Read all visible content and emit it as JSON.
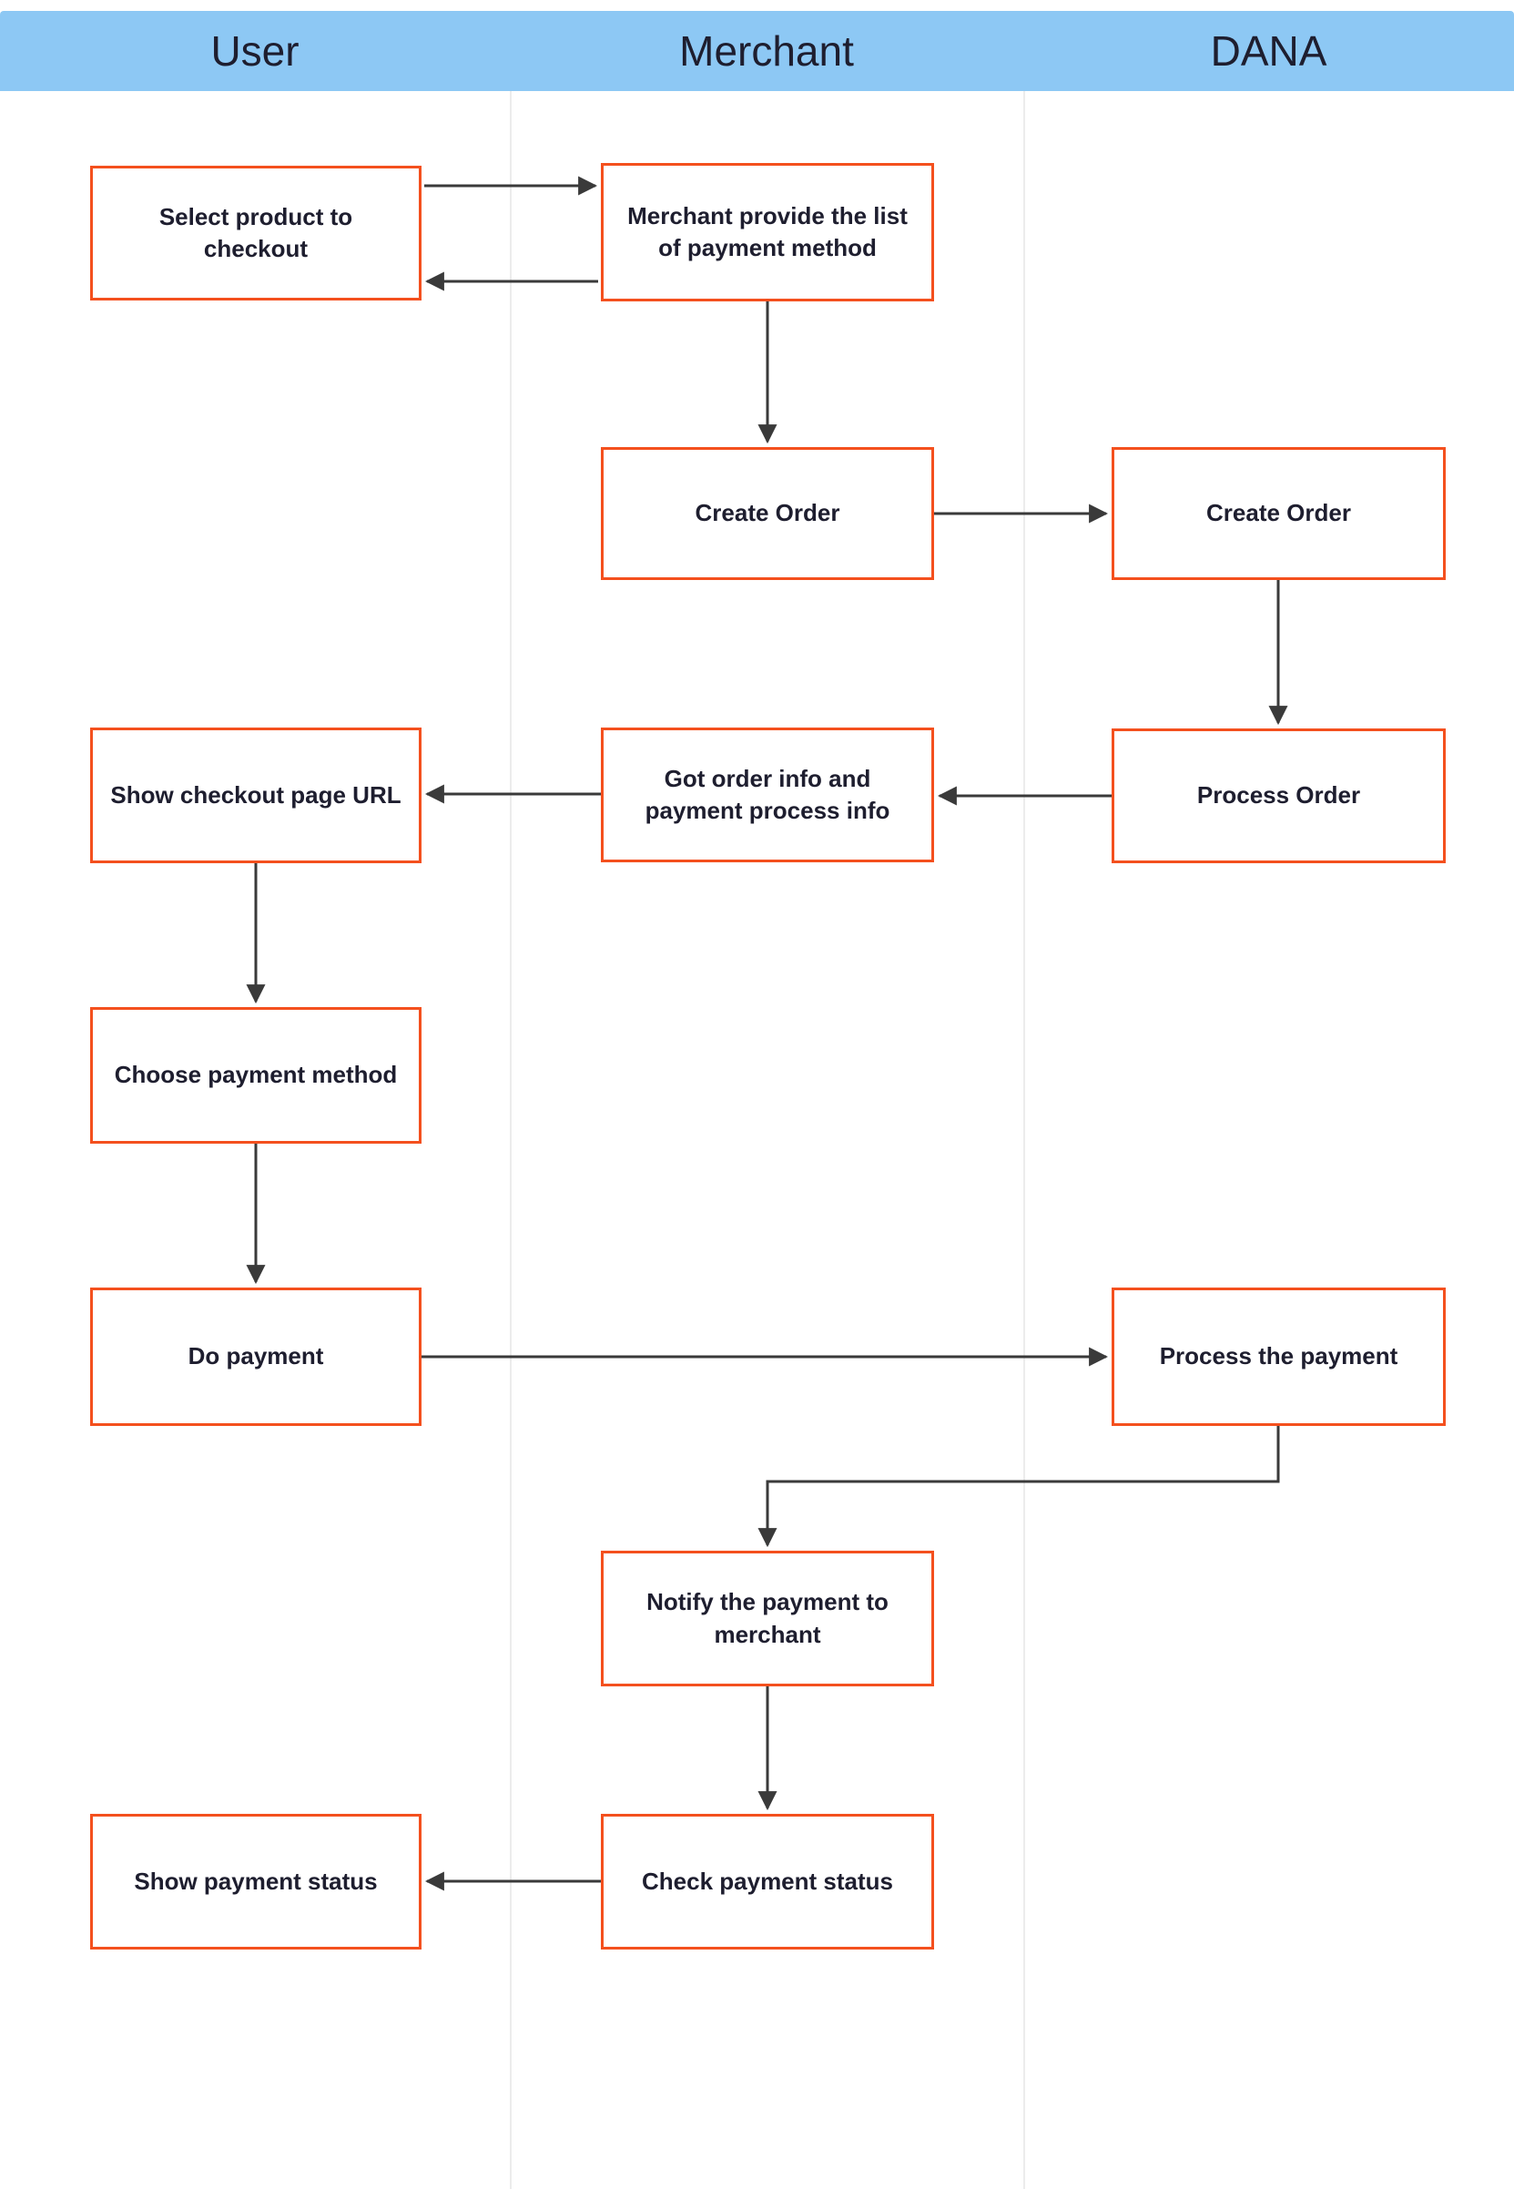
{
  "colors": {
    "header_bg": "#8dc8f4",
    "node_border": "#f4501e",
    "arrow": "#3a3a3a"
  },
  "lanes": [
    {
      "label": "User"
    },
    {
      "label": "Merchant"
    },
    {
      "label": "DANA"
    }
  ],
  "nodes": {
    "select_product": {
      "lane": "User",
      "label": "Select product to checkout"
    },
    "merchant_list": {
      "lane": "Merchant",
      "label": "Merchant provide the list of payment method"
    },
    "create_order_m": {
      "lane": "Merchant",
      "label": "Create Order"
    },
    "create_order_d": {
      "lane": "DANA",
      "label": "Create Order"
    },
    "process_order": {
      "lane": "DANA",
      "label": "Process Order"
    },
    "got_order_info": {
      "lane": "Merchant",
      "label": "Got order info and payment process info"
    },
    "show_checkout": {
      "lane": "User",
      "label": "Show checkout page URL"
    },
    "choose_payment": {
      "lane": "User",
      "label": "Choose payment method"
    },
    "do_payment": {
      "lane": "User",
      "label": "Do payment"
    },
    "process_payment": {
      "lane": "DANA",
      "label": "Process the payment"
    },
    "notify_payment": {
      "lane": "Merchant",
      "label": "Notify the payment to merchant"
    },
    "check_status": {
      "lane": "Merchant",
      "label": "Check payment status"
    },
    "show_status": {
      "lane": "User",
      "label": "Show payment status"
    }
  },
  "edges": [
    {
      "from": "select_product",
      "to": "merchant_list"
    },
    {
      "from": "merchant_list",
      "to": "select_product"
    },
    {
      "from": "merchant_list",
      "to": "create_order_m"
    },
    {
      "from": "create_order_m",
      "to": "create_order_d"
    },
    {
      "from": "create_order_d",
      "to": "process_order"
    },
    {
      "from": "process_order",
      "to": "got_order_info"
    },
    {
      "from": "got_order_info",
      "to": "show_checkout"
    },
    {
      "from": "show_checkout",
      "to": "choose_payment"
    },
    {
      "from": "choose_payment",
      "to": "do_payment"
    },
    {
      "from": "do_payment",
      "to": "process_payment"
    },
    {
      "from": "process_payment",
      "to": "notify_payment"
    },
    {
      "from": "notify_payment",
      "to": "check_status"
    },
    {
      "from": "check_status",
      "to": "show_status"
    }
  ]
}
